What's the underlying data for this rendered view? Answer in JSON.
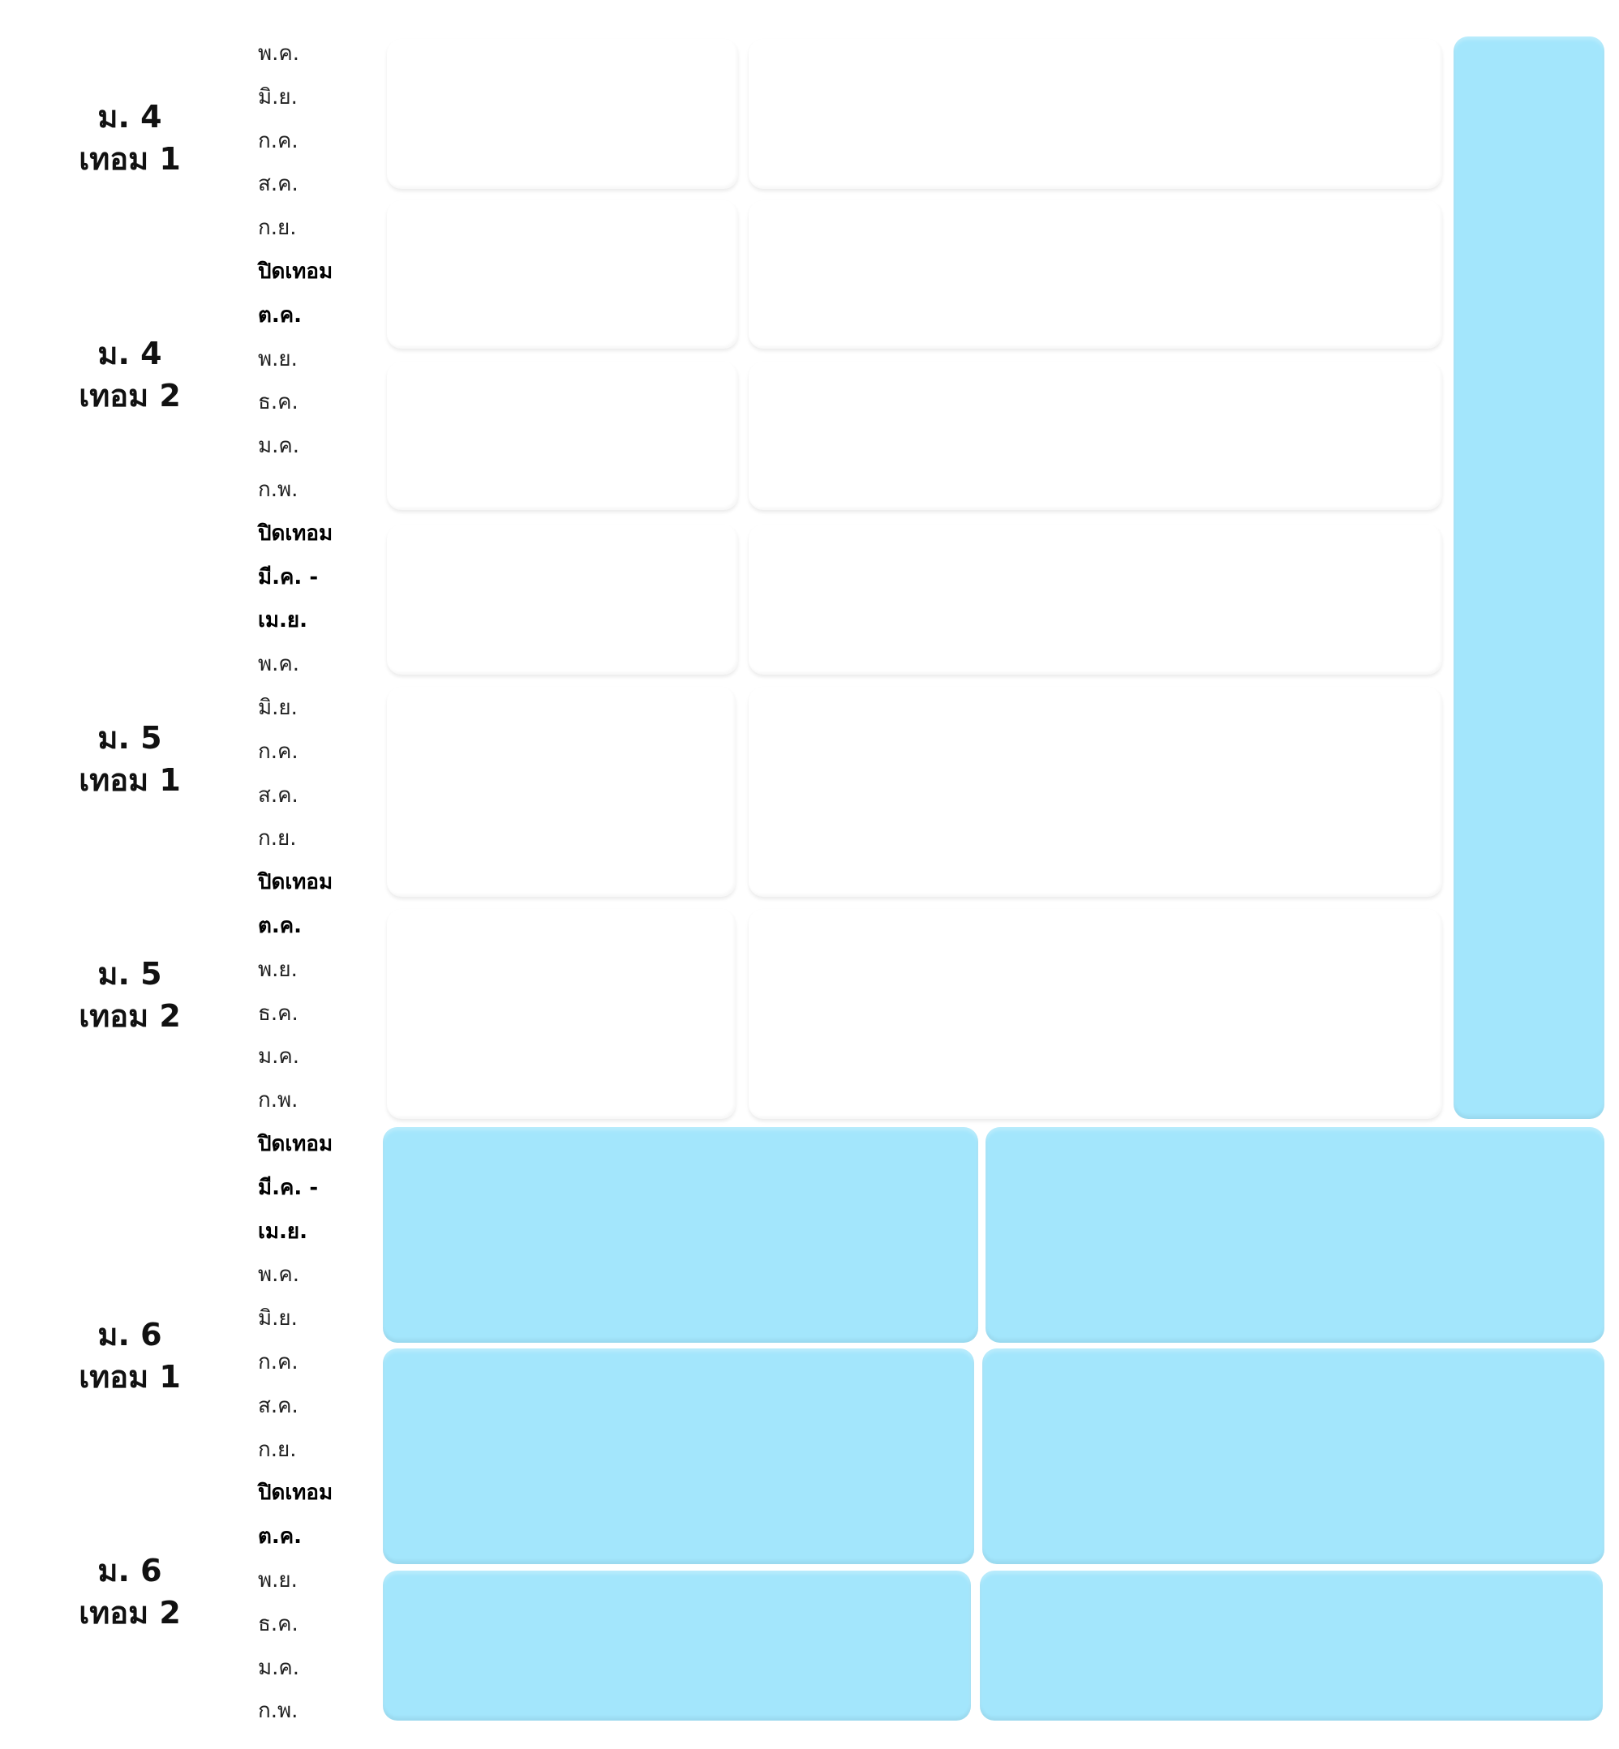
{
  "years": [
    {
      "line1": "ม. 4",
      "line2": "เทอม 1"
    },
    {
      "line1": "ม. 4",
      "line2": "เทอม 2"
    },
    {
      "line1": "ม. 5",
      "line2": "เทอม 1"
    },
    {
      "line1": "ม. 5",
      "line2": "เทอม 2"
    },
    {
      "line1": "ม. 6",
      "line2": "เทอม 1"
    },
    {
      "line1": "ม. 6",
      "line2": "เทอม 2"
    }
  ],
  "months": [
    {
      "label": "พ.ค.",
      "bold": false
    },
    {
      "label": "มิ.ย.",
      "bold": false
    },
    {
      "label": "ก.ค.",
      "bold": false
    },
    {
      "label": "ส.ค.",
      "bold": false
    },
    {
      "label": "ก.ย.",
      "bold": false
    },
    {
      "label": "ปิดเทอม",
      "bold": true
    },
    {
      "label": "ต.ค.",
      "bold": true
    },
    {
      "label": "พ.ย.",
      "bold": false
    },
    {
      "label": "ธ.ค.",
      "bold": false
    },
    {
      "label": "ม.ค.",
      "bold": false
    },
    {
      "label": "ก.พ.",
      "bold": false
    },
    {
      "label": "ปิดเทอม",
      "bold": true
    },
    {
      "label": "มี.ค. -",
      "bold": true
    },
    {
      "label": "เม.ย.",
      "bold": true
    },
    {
      "label": "พ.ค.",
      "bold": false
    },
    {
      "label": "มิ.ย.",
      "bold": false
    },
    {
      "label": "ก.ค.",
      "bold": false
    },
    {
      "label": "ส.ค.",
      "bold": false
    },
    {
      "label": "ก.ย.",
      "bold": false
    },
    {
      "label": "ปิดเทอม",
      "bold": true
    },
    {
      "label": "ต.ค.",
      "bold": true
    },
    {
      "label": "พ.ย.",
      "bold": false
    },
    {
      "label": "ธ.ค.",
      "bold": false
    },
    {
      "label": "ม.ค.",
      "bold": false
    },
    {
      "label": "ก.พ.",
      "bold": false
    },
    {
      "label": "ปิดเทอม",
      "bold": true
    },
    {
      "label": "มี.ค. -",
      "bold": true
    },
    {
      "label": "เม.ย.",
      "bold": true
    },
    {
      "label": "พ.ค.",
      "bold": false
    },
    {
      "label": "มิ.ย.",
      "bold": false
    },
    {
      "label": "ก.ค.",
      "bold": false
    },
    {
      "label": "ส.ค.",
      "bold": false
    },
    {
      "label": "ก.ย.",
      "bold": false
    },
    {
      "label": "ปิดเทอม",
      "bold": true
    },
    {
      "label": "ต.ค.",
      "bold": true
    },
    {
      "label": "พ.ย.",
      "bold": false
    },
    {
      "label": "ธ.ค.",
      "bold": false
    },
    {
      "label": "ม.ค.",
      "bold": false
    },
    {
      "label": "ก.พ.",
      "bold": false
    }
  ],
  "colors": {
    "highlight": "#a3e6fc",
    "empty": "#ffffff"
  }
}
